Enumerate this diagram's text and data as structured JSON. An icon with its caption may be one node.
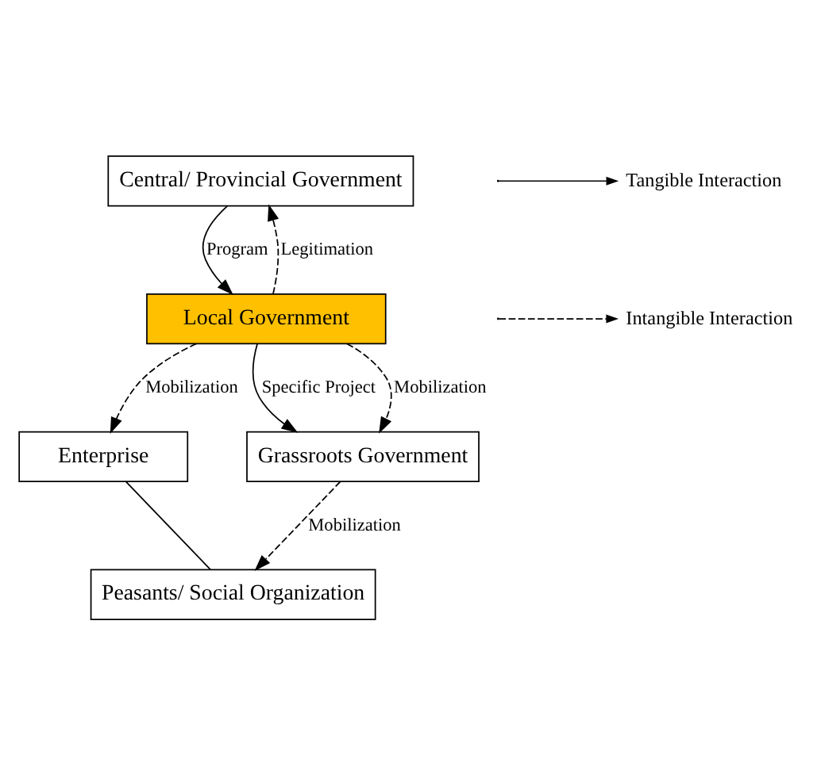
{
  "diagram": {
    "nodes": [
      {
        "text": [
          "Central/ Provincial Government"
        ]
      },
      {
        "text": [
          "Local Government"
        ]
      },
      {
        "text": [
          "Enterprise"
        ]
      },
      {
        "text": [
          "Peasants/ Social Organization"
        ]
      },
      {
        "text": [
          "Grassroots Government"
        ]
      }
    ],
    "edges": [
      {
        "from": 0,
        "to": 1,
        "arrow": "to",
        "label": "Program"
      },
      {
        "from": 1,
        "to": 0,
        "arrow": "to",
        "label": "Legitimation",
        "style": "dashed"
      },
      {
        "from": 1,
        "to": 2,
        "arrow": "to",
        "label": "Mobilization",
        "style": "dashed"
      },
      {
        "from": 2,
        "to": 3,
        "arrow": "none"
      },
      {
        "from": 1,
        "to": 4,
        "arrow": "to",
        "label": "Specific Project"
      },
      {
        "from": 1,
        "to": 4,
        "arrow": "to",
        "label": "Mobilization",
        "style": "dashed"
      },
      {
        "from": 4,
        "to": 3,
        "arrow": "to",
        "label": "Mobilization",
        "style": "dashed"
      }
    ],
    "legend": [
      {
        "text": "Tangible Interaction"
      },
      {
        "text": "Intangible Interaction"
      }
    ]
  }
}
